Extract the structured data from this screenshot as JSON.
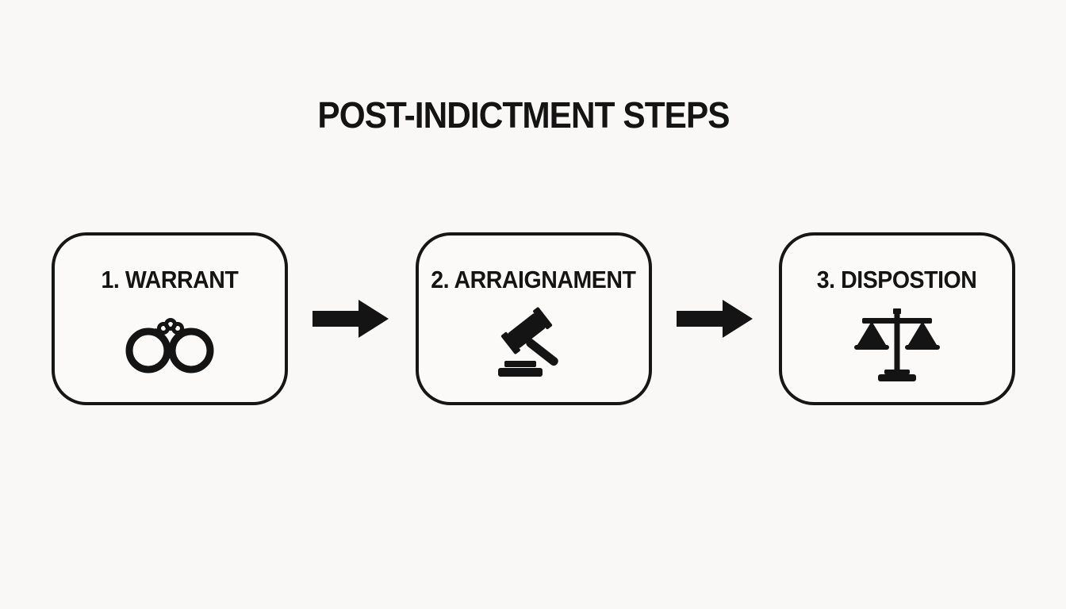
{
  "title": "POST-INDICTMENT STEPS",
  "steps": [
    {
      "label": "1. WARRANT",
      "icon": "handcuffs-icon"
    },
    {
      "label": "2. ARRAIGNAMENT",
      "icon": "gavel-icon"
    },
    {
      "label": "3. DISPOSTION",
      "icon": "scales-icon"
    }
  ],
  "colors": {
    "background": "#f9f8f6",
    "foreground": "#141414",
    "box_border": "#161616"
  }
}
